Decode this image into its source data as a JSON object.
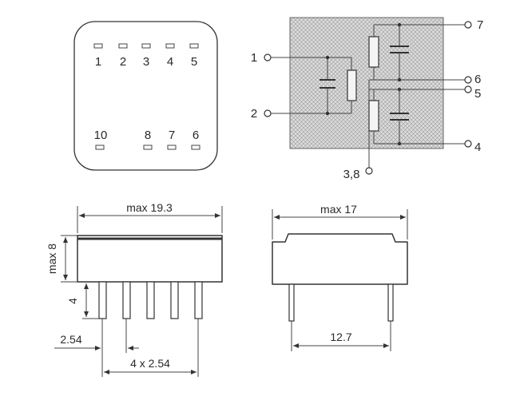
{
  "top_view": {
    "pins_top": [
      "1",
      "2",
      "3",
      "4",
      "5"
    ],
    "pins_bottom": [
      "10",
      "8",
      "7",
      "6"
    ]
  },
  "schematic": {
    "pin_1": "1",
    "pin_2": "2",
    "pin_7": "7",
    "pin_6": "6",
    "pin_5": "5",
    "pin_4": "4",
    "pin_38": "3,8"
  },
  "side_view": {
    "width_label": "max 19.3",
    "height_label": "max 8",
    "pin_length_label": "4",
    "pitch_label": "2.54",
    "span_label": "4 x 2.54"
  },
  "end_view": {
    "width_label": "max 17",
    "pin_spacing_label": "12.7"
  }
}
